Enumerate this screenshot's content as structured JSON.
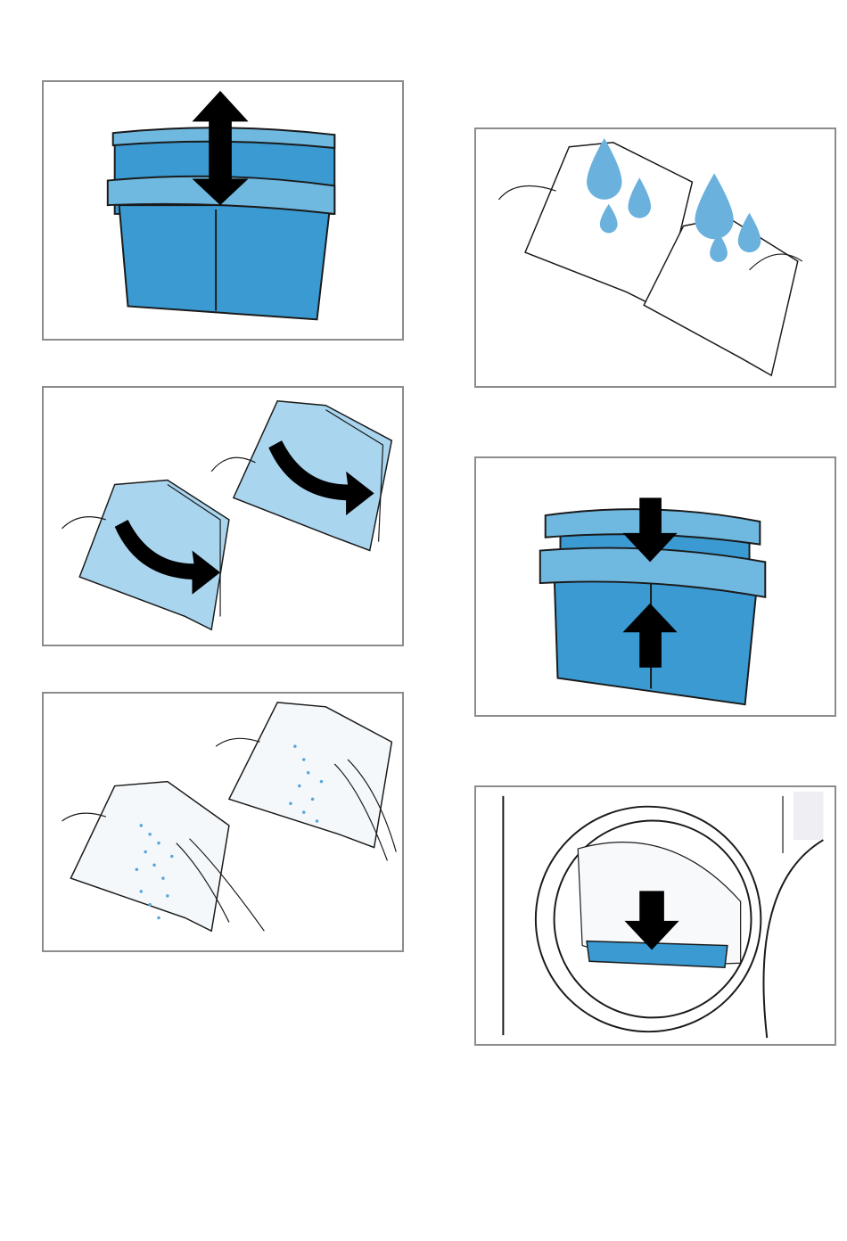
{
  "page": {
    "background": "#ffffff",
    "panel_border_color": "#8c8c8c"
  },
  "colors": {
    "filter_blue": "#3a9ad1",
    "filter_light_blue": "#a9d5ee",
    "filter_top_blue": "#6fb8e0",
    "water_drop": "#6ab1de",
    "lint_spray": "#59a7da",
    "arrow": "#000000",
    "outline": "#1a1a1a"
  },
  "panels": [
    {
      "name": "step-pull-apart",
      "icon": "double-arrow-icon"
    },
    {
      "name": "step-open-filter",
      "icon": "curved-arrow-icon"
    },
    {
      "name": "step-remove-lint",
      "icon": "lint-particles-icon"
    },
    {
      "name": "step-rinse-filter",
      "icon": "water-drops-icon"
    },
    {
      "name": "step-reassemble-filter",
      "icon": "press-arrows-icon"
    },
    {
      "name": "step-insert-filter",
      "icon": "down-arrow-icon"
    }
  ]
}
